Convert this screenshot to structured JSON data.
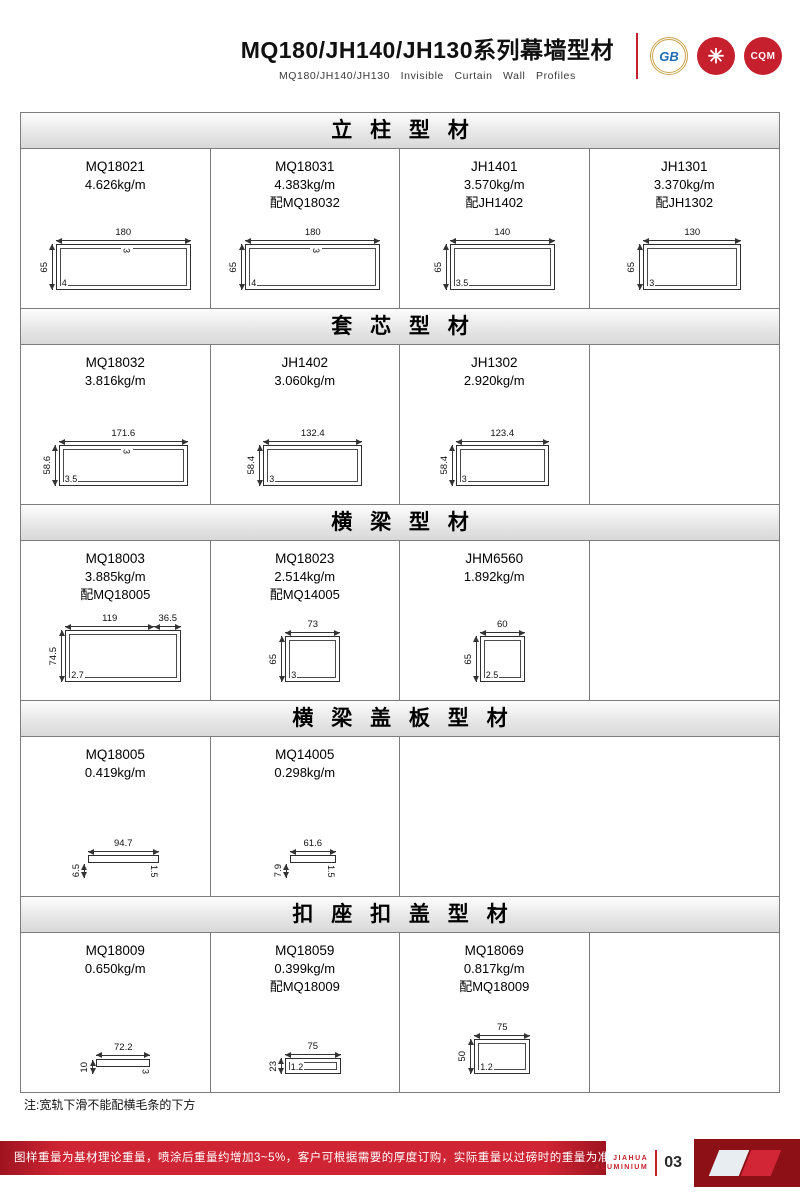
{
  "header": {
    "title_cn": "MQ180/JH140/JH130系列幕墙型材",
    "title_en": "MQ180/JH140/JH130 Invisible Curtain Wall Profiles",
    "logos": [
      {
        "name": "gb-cert-logo-icon",
        "glyph": "GB",
        "bg": "#ffffff",
        "fg": "#1f6cb4"
      },
      {
        "name": "quality-cert-logo-icon",
        "glyph": "✳",
        "bg": "#c6202e",
        "fg": "#ffffff"
      },
      {
        "name": "cqm-cert-logo-icon",
        "glyph": "CQM",
        "bg": "#c6202e",
        "fg": "#ffffff"
      }
    ]
  },
  "colors": {
    "accent_red": "#c6202e",
    "table_border": "#7d7d7d"
  },
  "sections": [
    {
      "title": "立 柱 型 材",
      "cells": [
        {
          "model": "MQ18021",
          "weight": "4.626kg/m",
          "d": {
            "w": [
              "180"
            ],
            "h": "65",
            "t": [
              "4",
              "3"
            ]
          }
        },
        {
          "model": "MQ18031",
          "weight": "4.383kg/m",
          "match": "配MQ18032",
          "d": {
            "w": [
              "180"
            ],
            "h": "65",
            "t": [
              "4",
              "3"
            ]
          }
        },
        {
          "model": "JH1401",
          "weight": "3.570kg/m",
          "match": "配JH1402",
          "d": {
            "w": [
              "140"
            ],
            "h": "65",
            "t": [
              "3.5"
            ]
          }
        },
        {
          "model": "JH1301",
          "weight": "3.370kg/m",
          "match": "配JH1302",
          "d": {
            "w": [
              "130"
            ],
            "h": "65",
            "t": [
              "3"
            ]
          }
        }
      ]
    },
    {
      "title": "套 芯 型 材",
      "cells": [
        {
          "model": "MQ18032",
          "weight": "3.816kg/m",
          "d": {
            "w": [
              "171.6"
            ],
            "h": "58.6",
            "t": [
              "3.5",
              "3"
            ]
          }
        },
        {
          "model": "JH1402",
          "weight": "3.060kg/m",
          "d": {
            "w": [
              "132.4"
            ],
            "h": "58.4",
            "t": [
              "3"
            ]
          }
        },
        {
          "model": "JH1302",
          "weight": "2.920kg/m",
          "d": {
            "w": [
              "123.4"
            ],
            "h": "58.4",
            "t": [
              "3"
            ]
          }
        },
        {
          "empty": true
        }
      ]
    },
    {
      "title": "横 梁 型 材",
      "cells": [
        {
          "model": "MQ18003",
          "weight": "3.885kg/m",
          "match": "配MQ18005",
          "d": {
            "w": [
              "119",
              "36.5"
            ],
            "h": "74.5",
            "t": [
              "2.7"
            ]
          }
        },
        {
          "model": "MQ18023",
          "weight": "2.514kg/m",
          "match": "配MQ14005",
          "d": {
            "w": [
              "73"
            ],
            "h": "65",
            "t": [
              "3"
            ]
          }
        },
        {
          "model": "JHM6560",
          "weight": "1.892kg/m",
          "d": {
            "w": [
              "60"
            ],
            "h": "65",
            "t": [
              "2.5"
            ]
          }
        },
        {
          "empty": true
        }
      ]
    },
    {
      "title": "横 梁 盖 板 型 材",
      "cells": [
        {
          "model": "MQ18005",
          "weight": "0.419kg/m",
          "d": {
            "w": [
              "94.7"
            ],
            "h": "6.5",
            "t": [
              "1.5"
            ]
          }
        },
        {
          "model": "MQ14005",
          "weight": "0.298kg/m",
          "d": {
            "w": [
              "61.6"
            ],
            "h": "7.9",
            "t": [
              "1.5"
            ]
          }
        },
        {
          "empty": true,
          "span": 2
        }
      ]
    },
    {
      "title": "扣 座 扣 盖 型 材",
      "cells": [
        {
          "model": "MQ18009",
          "weight": "0.650kg/m",
          "d": {
            "w": [
              "72.2"
            ],
            "h": "10",
            "t": [
              "3"
            ]
          }
        },
        {
          "model": "MQ18059",
          "weight": "0.399kg/m",
          "match": "配MQ18009",
          "d": {
            "w": [
              "75"
            ],
            "h": "23",
            "t": [
              "1.2"
            ]
          }
        },
        {
          "model": "MQ18069",
          "weight": "0.817kg/m",
          "match": "配MQ18009",
          "d": {
            "w": [
              "75"
            ],
            "h": "50",
            "t": [
              "1.2"
            ]
          }
        },
        {
          "empty": true
        }
      ]
    }
  ],
  "note": "注:宽轨下滑不能配横毛条的下方",
  "footer": {
    "text": "图样重量为基材理论重量，喷涂后重量约增加3~5%，客户可根据需要的厚度订购，实际重量以过磅时的重量为准。",
    "brand_line1": "JIAHUA",
    "brand_line2": "ALUMINIUM",
    "page_no": "03"
  }
}
